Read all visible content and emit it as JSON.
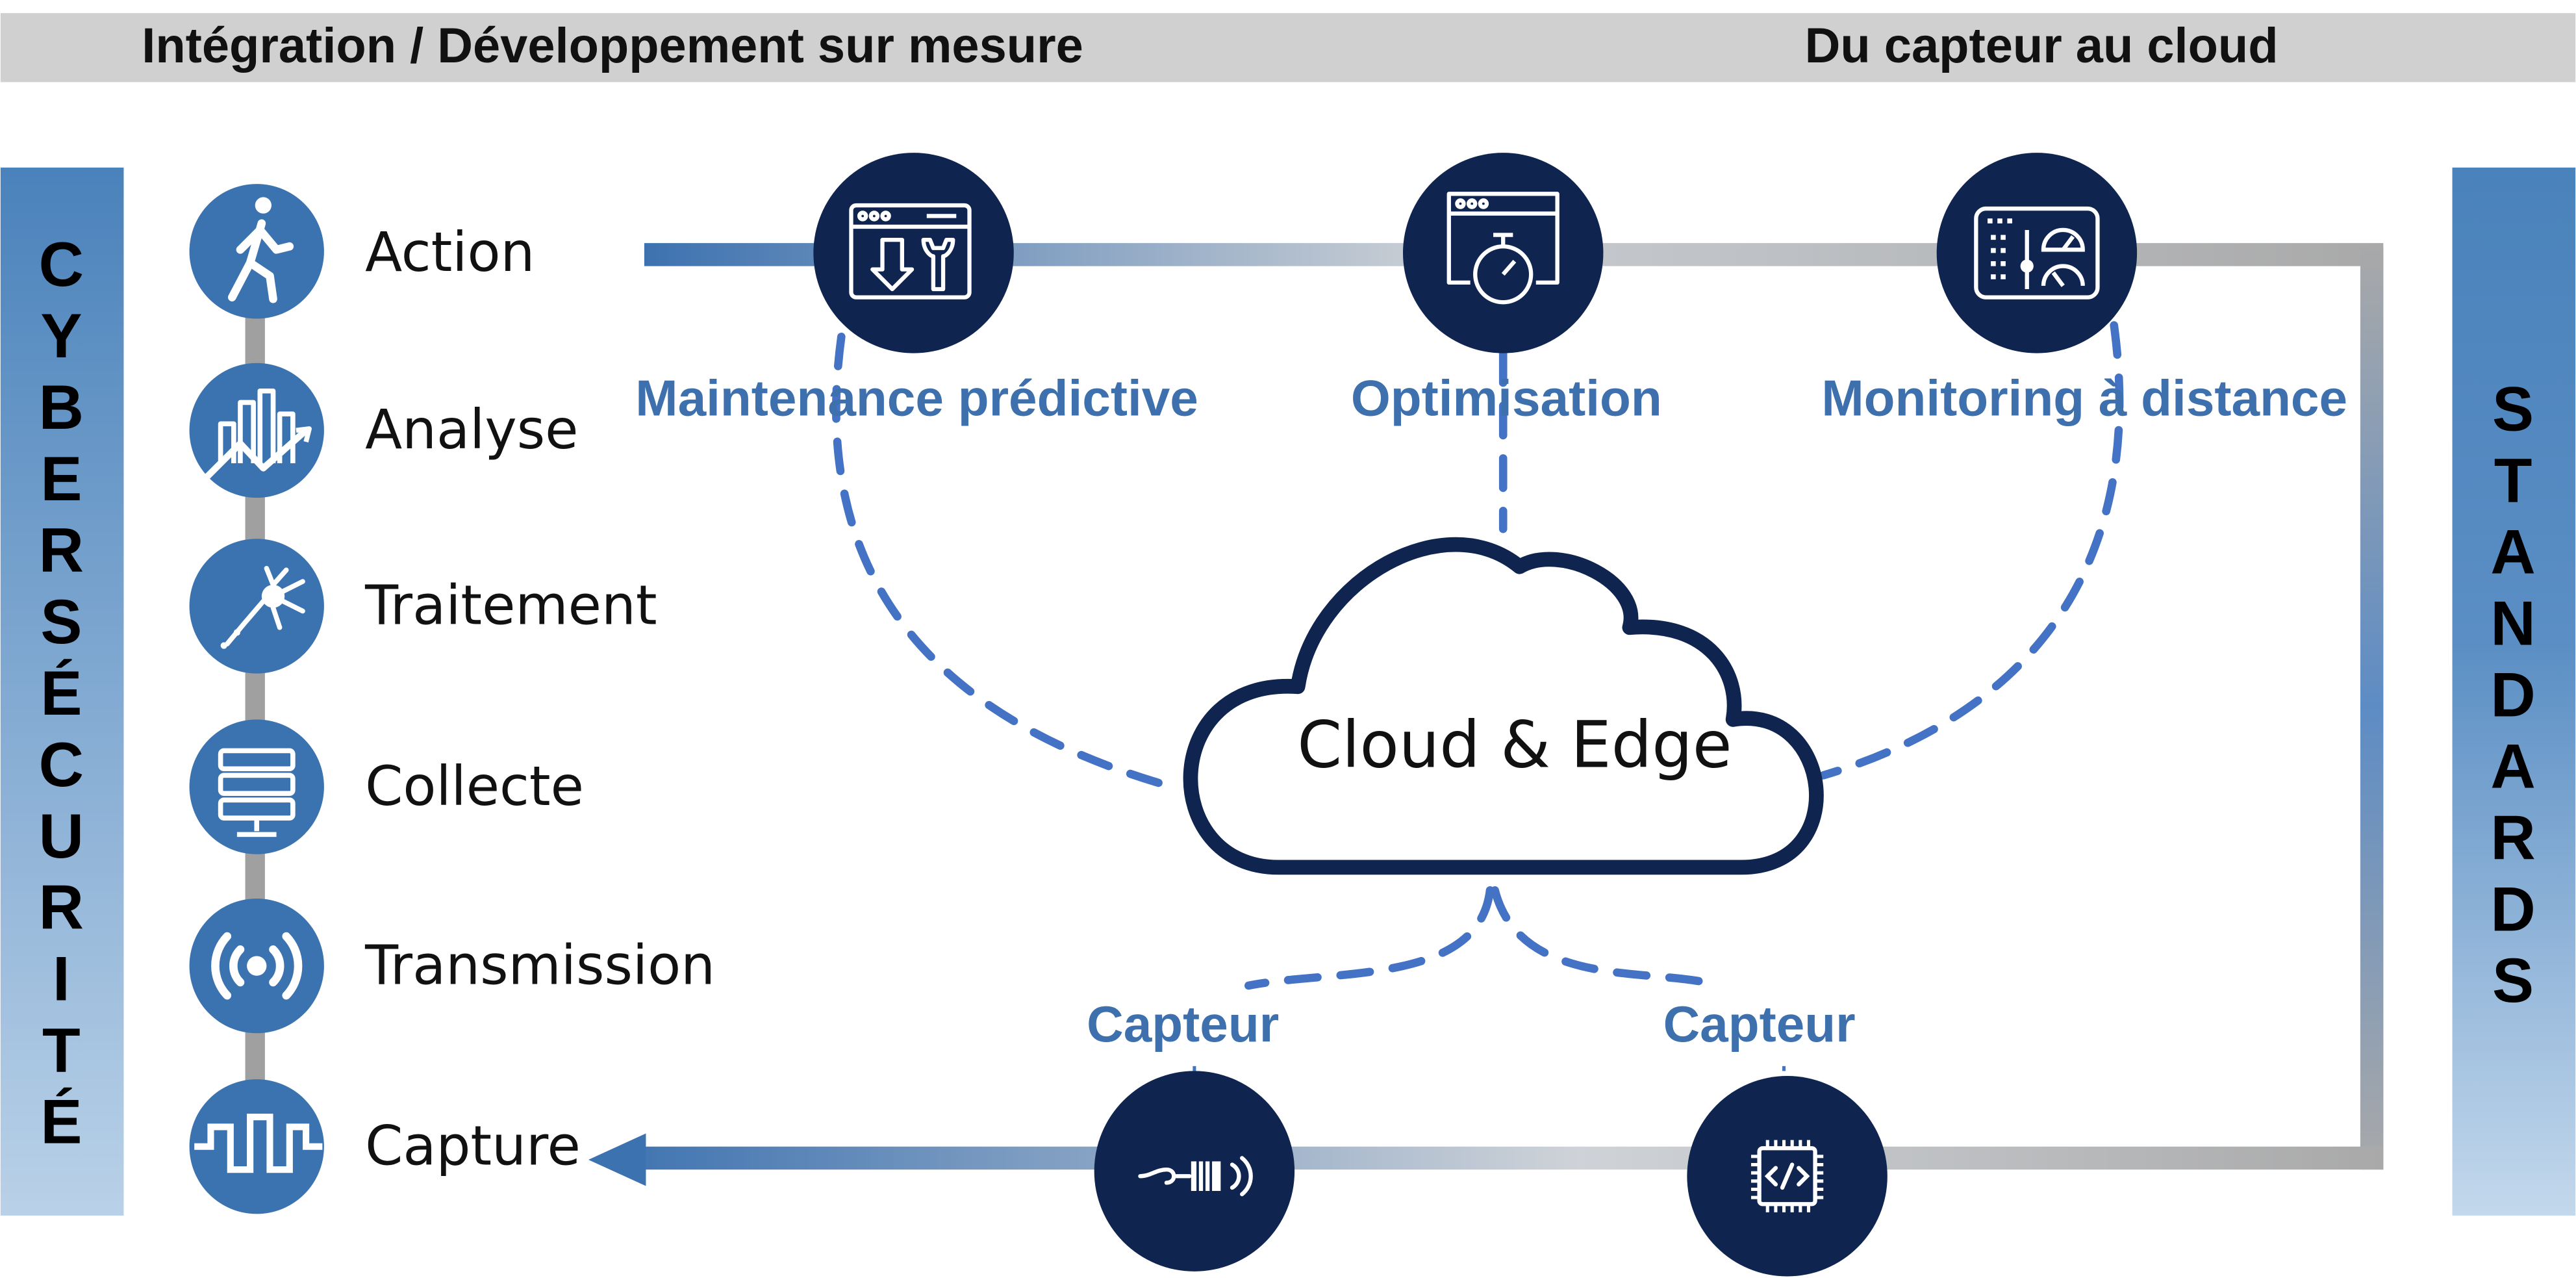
{
  "header": {
    "left_title": "Intégration / Développement sur mesure",
    "right_title": "Du capteur au cloud"
  },
  "left_bar": {
    "letters": [
      "C",
      "Y",
      "B",
      "E",
      "R",
      "S",
      "É",
      "C",
      "U",
      "R",
      "I",
      "T",
      "É"
    ]
  },
  "right_bar": {
    "letters": [
      "S",
      "T",
      "A",
      "N",
      "D",
      "A",
      "R",
      "D",
      "S"
    ]
  },
  "stages": [
    {
      "label": "Action",
      "icon": "walking-person-icon"
    },
    {
      "label": "Analyse",
      "icon": "bar-chart-trend-icon"
    },
    {
      "label": "Traitement",
      "icon": "neuron-icon"
    },
    {
      "label": "Collecte",
      "icon": "server-rack-icon"
    },
    {
      "label": "Transmission",
      "icon": "wireless-signal-icon"
    },
    {
      "label": "Capture",
      "icon": "square-wave-icon"
    }
  ],
  "use_cases": [
    {
      "label": "Maintenance prédictive",
      "icon": "maintenance-window-icon"
    },
    {
      "label": "Optimisation",
      "icon": "stopwatch-window-icon"
    },
    {
      "label": "Monitoring à distance",
      "icon": "dashboard-panel-icon"
    }
  ],
  "cloud": {
    "label": "Cloud & Edge"
  },
  "sensors": [
    {
      "label": "Capteur",
      "icon": "probe-sensor-icon"
    },
    {
      "label": "Capteur",
      "icon": "microchip-icon"
    }
  ],
  "colors": {
    "header_bg": "#d0d0d0",
    "accent_blue": "#3d70ad",
    "dark_navy": "#0f2550",
    "stage_blue": "#3b73b0",
    "dash_blue": "#4472c4",
    "flow_grey": "#a8a8a8"
  }
}
